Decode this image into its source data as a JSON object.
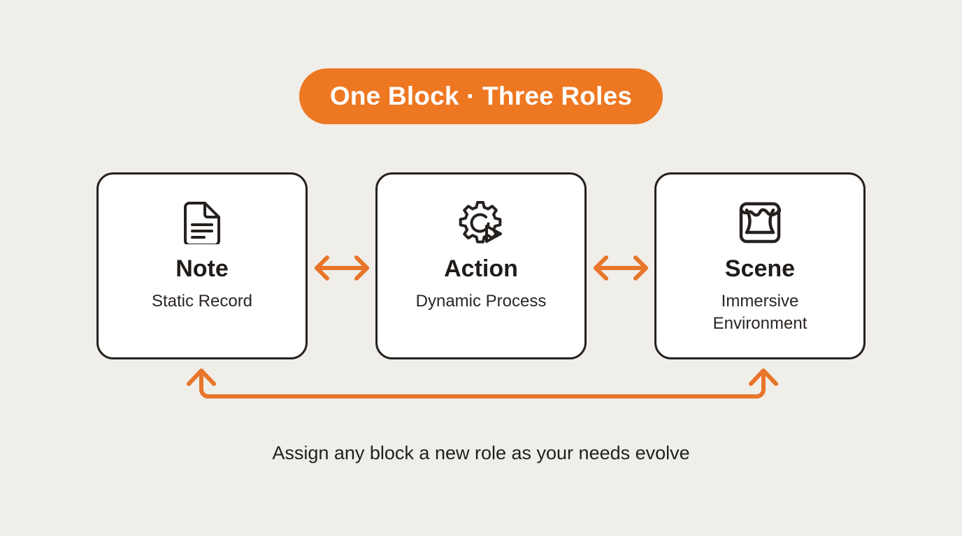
{
  "background_color": "#EFEEE9",
  "accent_color": "#E8752A",
  "pill_color": "#EE7722",
  "ink_color": "#26211E",
  "card_fill": "#FFFFFF",
  "header": {
    "title": "One Block · Three Roles"
  },
  "cards": [
    {
      "icon": "document-icon",
      "title": "Note",
      "subtitle": "Static Record"
    },
    {
      "icon": "gear-play-icon",
      "title": "Action",
      "subtitle": "Dynamic Process"
    },
    {
      "icon": "stage-curtain-icon",
      "title": "Scene",
      "subtitle": "Immersive\nEnvironment"
    }
  ],
  "connectors": [
    {
      "name": "note-action-bidirectional-arrow",
      "type": "double-arrow"
    },
    {
      "name": "action-scene-bidirectional-arrow",
      "type": "double-arrow"
    },
    {
      "name": "note-scene-feedback-loop",
      "type": "u-shaped-double-arrow"
    }
  ],
  "caption": {
    "text": "Assign any block a new role as your needs evolve"
  }
}
